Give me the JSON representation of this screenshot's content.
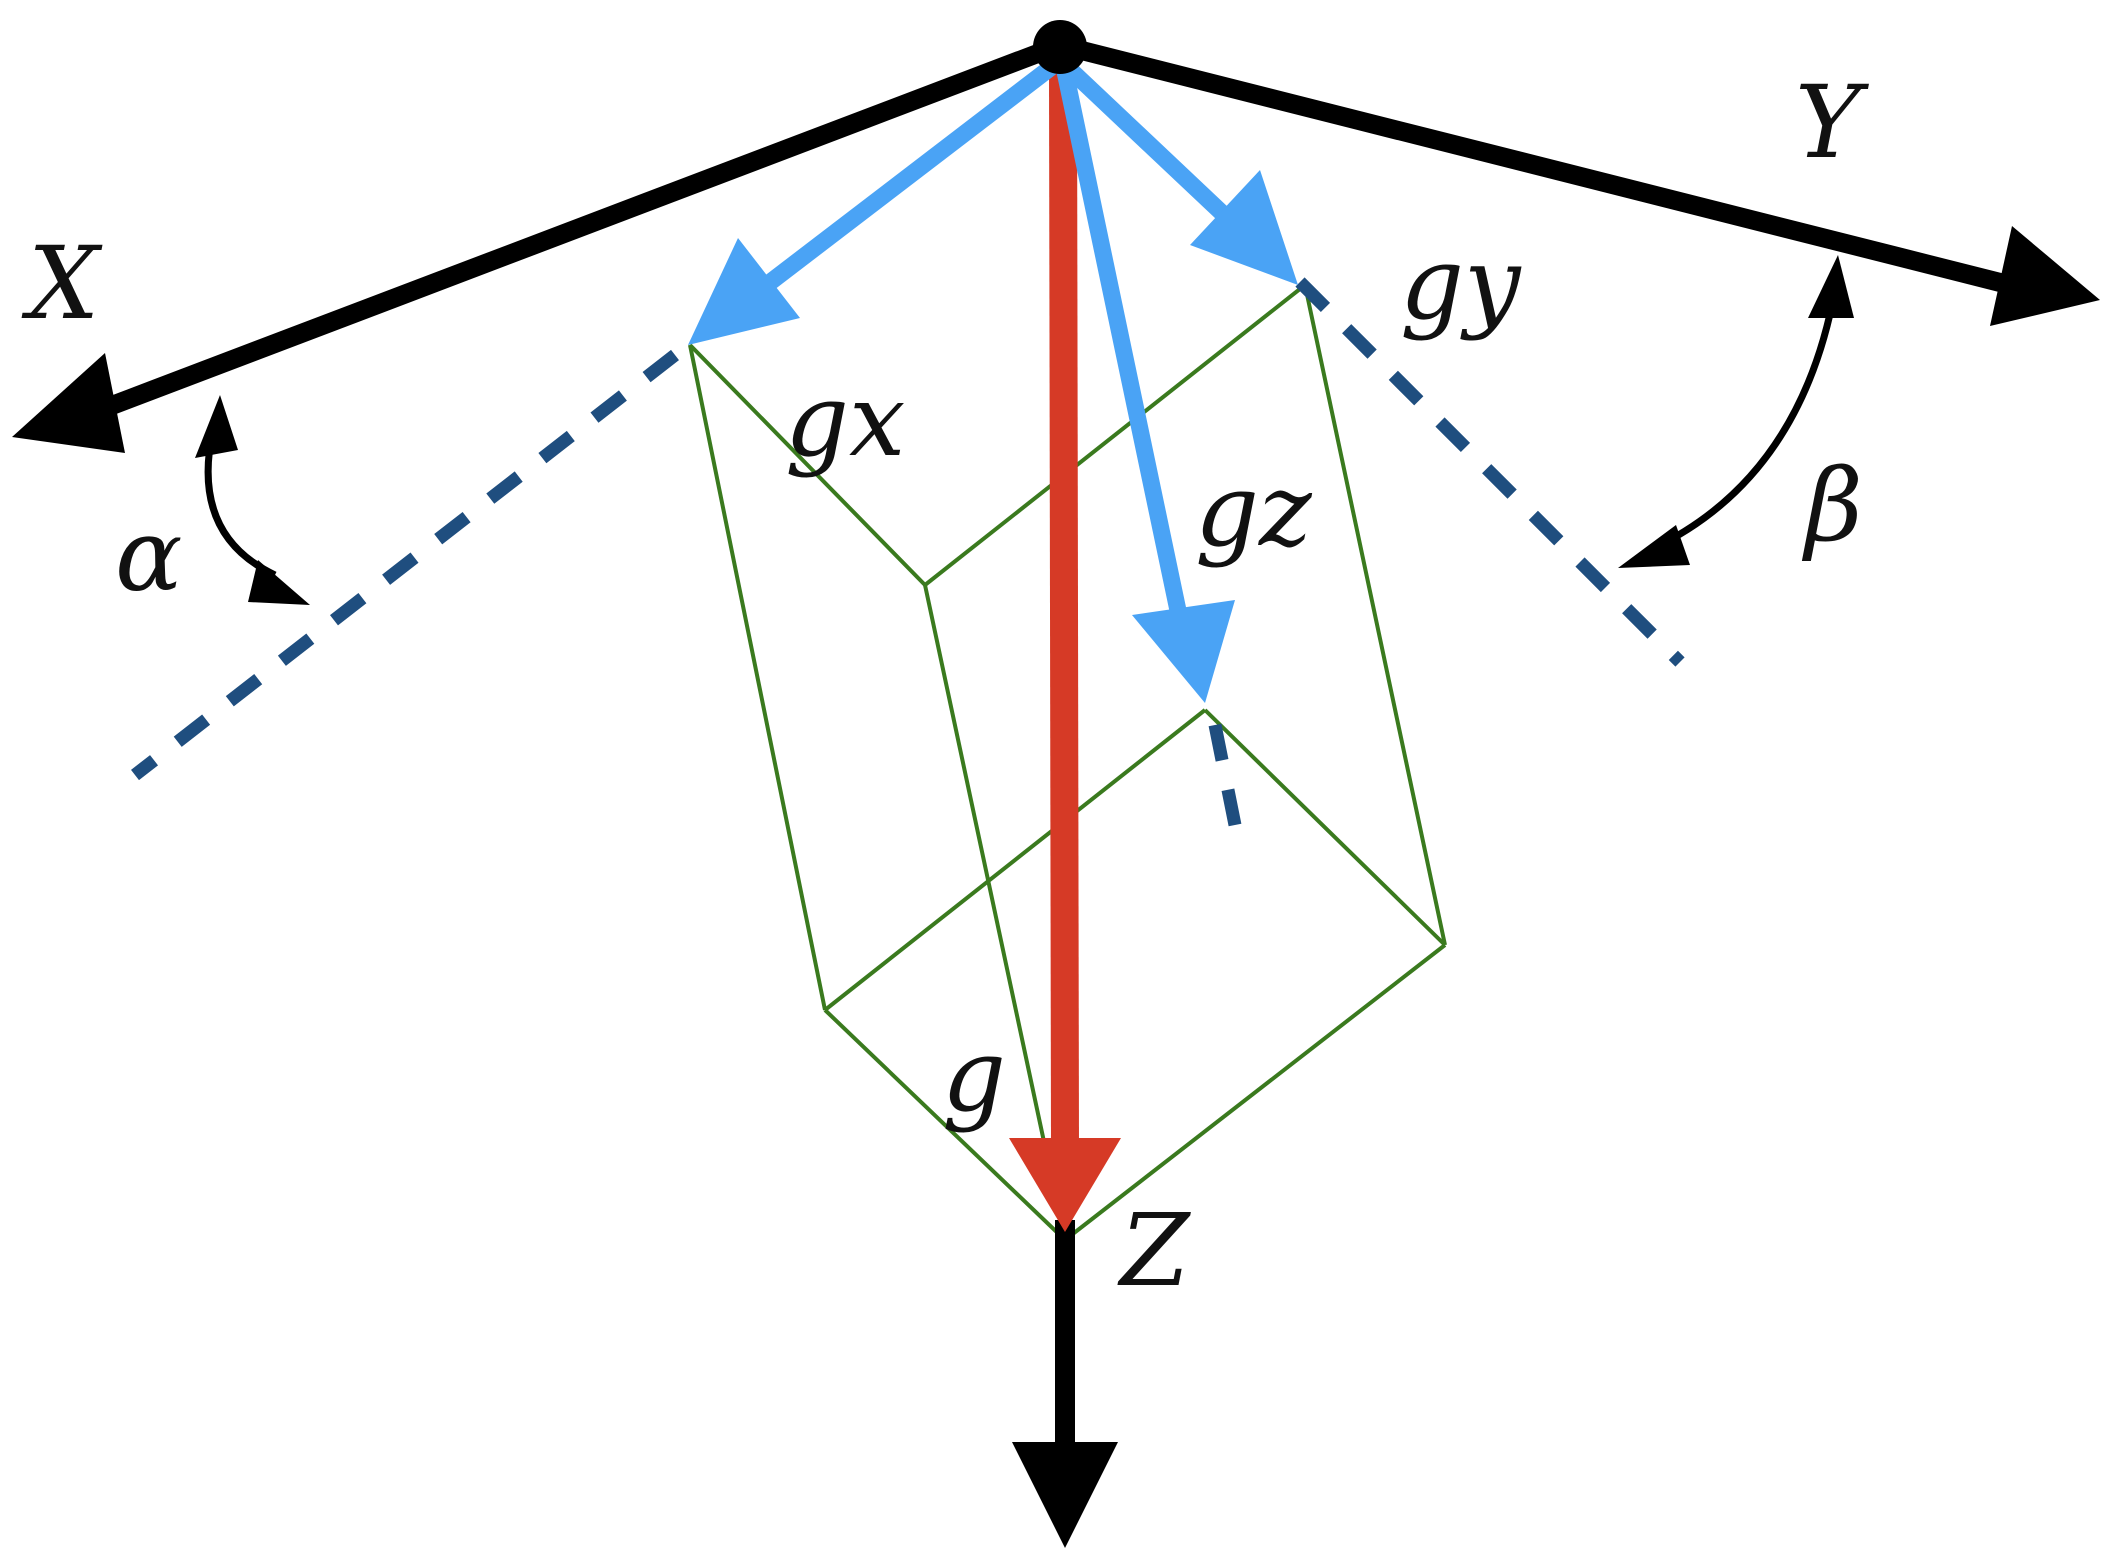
{
  "axes": {
    "x_label": "X",
    "y_label": "Y",
    "z_label": "Z"
  },
  "components": {
    "gx": {
      "base": "g",
      "sub": "x"
    },
    "gy": {
      "base": "g",
      "sub": "y"
    },
    "gz": {
      "base": "g",
      "sub": "z"
    },
    "g": "g"
  },
  "angles": {
    "alpha": "α",
    "beta": "β"
  },
  "colors": {
    "axis": "#000000",
    "gravity": "#d63a26",
    "component": "#4aa3f5",
    "box": "#3a7a1e",
    "projection": "#1f4e7f"
  }
}
